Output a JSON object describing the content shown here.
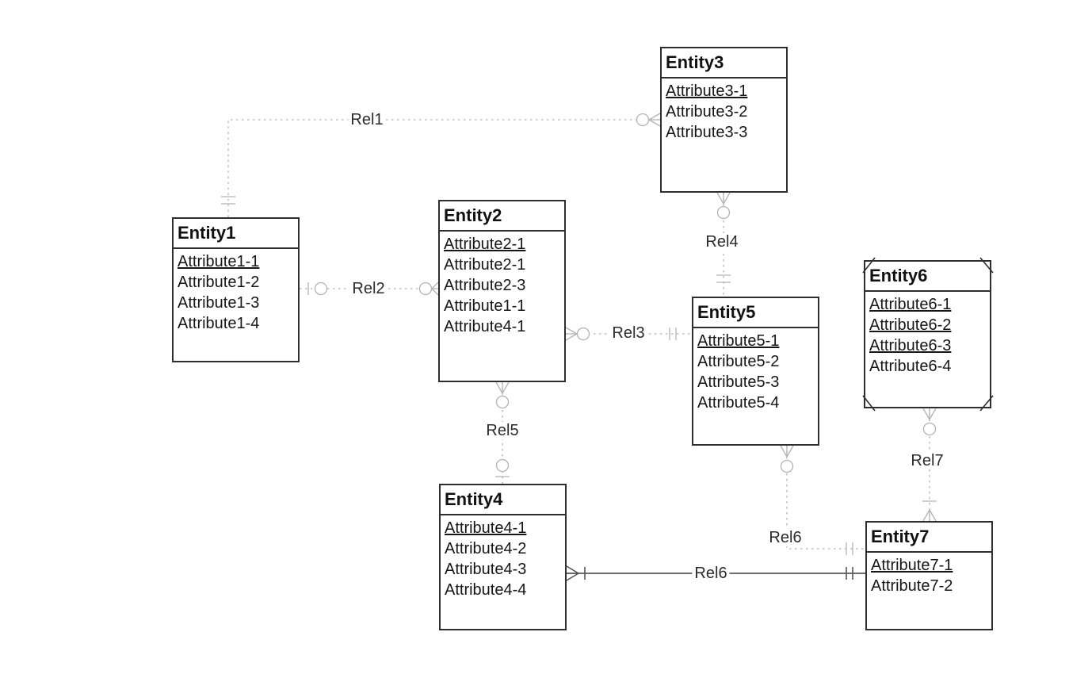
{
  "entities": [
    {
      "name": "Entity1",
      "attributes": [
        {
          "text": "Attribute1-1",
          "underline": true
        },
        {
          "text": "Attribute1-2",
          "underline": false
        },
        {
          "text": "Attribute1-3",
          "underline": false
        },
        {
          "text": "Attribute1-4",
          "underline": false
        }
      ]
    },
    {
      "name": "Entity2",
      "attributes": [
        {
          "text": "Attribute2-1",
          "underline": true
        },
        {
          "text": "Attribute2-1",
          "underline": false
        },
        {
          "text": "Attribute2-3",
          "underline": false
        },
        {
          "text": "Attribute1-1",
          "underline": false
        },
        {
          "text": "Attribute4-1",
          "underline": false
        }
      ]
    },
    {
      "name": "Entity3",
      "attributes": [
        {
          "text": "Attribute3-1",
          "underline": true
        },
        {
          "text": "Attribute3-2",
          "underline": false
        },
        {
          "text": "Attribute3-3",
          "underline": false
        }
      ]
    },
    {
      "name": "Entity4",
      "attributes": [
        {
          "text": "Attribute4-1",
          "underline": true
        },
        {
          "text": "Attribute4-2",
          "underline": false
        },
        {
          "text": "Attribute4-3",
          "underline": false
        },
        {
          "text": "Attribute4-4",
          "underline": false
        }
      ]
    },
    {
      "name": "Entity5",
      "attributes": [
        {
          "text": "Attribute5-1",
          "underline": true
        },
        {
          "text": "Attribute5-2",
          "underline": false
        },
        {
          "text": "Attribute5-3",
          "underline": false
        },
        {
          "text": "Attribute5-4",
          "underline": false
        }
      ]
    },
    {
      "name": "Entity6",
      "corner_marks": true,
      "attributes": [
        {
          "text": "Attribute6-1",
          "underline": true
        },
        {
          "text": "Attribute6-2",
          "underline": true
        },
        {
          "text": "Attribute6-3",
          "underline": true
        },
        {
          "text": "Attribute6-4",
          "underline": false
        }
      ]
    },
    {
      "name": "Entity7",
      "attributes": [
        {
          "text": "Attribute7-1",
          "underline": true
        },
        {
          "text": "Attribute7-2",
          "underline": false
        }
      ]
    }
  ],
  "relationships": [
    {
      "label": "Rel1",
      "line": "dashed",
      "from": "Entity1",
      "to": "Entity3",
      "from_cardinality": "exactly-one",
      "to_cardinality": "zero-or-many"
    },
    {
      "label": "Rel2",
      "line": "dashed",
      "from": "Entity1",
      "to": "Entity2",
      "from_cardinality": "zero-or-one",
      "to_cardinality": "zero-or-many"
    },
    {
      "label": "Rel3",
      "line": "dashed",
      "from": "Entity2",
      "to": "Entity5",
      "from_cardinality": "zero-or-many",
      "to_cardinality": "exactly-one"
    },
    {
      "label": "Rel4",
      "line": "dashed",
      "from": "Entity3",
      "to": "Entity5",
      "from_cardinality": "zero-or-many",
      "to_cardinality": "exactly-one"
    },
    {
      "label": "Rel5",
      "line": "dashed",
      "from": "Entity2",
      "to": "Entity4",
      "from_cardinality": "zero-or-many",
      "to_cardinality": "zero-or-one"
    },
    {
      "label": "Rel6",
      "line": "dashed",
      "from": "Entity5",
      "to": "Entity7",
      "from_cardinality": "zero-or-many",
      "to_cardinality": "exactly-one"
    },
    {
      "label": "Rel6",
      "line": "solid",
      "from": "Entity4",
      "to": "Entity7",
      "from_cardinality": "one-or-many",
      "to_cardinality": "exactly-one"
    },
    {
      "label": "Rel7",
      "line": "dashed",
      "from": "Entity6",
      "to": "Entity7",
      "from_cardinality": "zero-or-many",
      "to_cardinality": "one-or-many"
    }
  ],
  "colors": {
    "entity_border": "#2e2e2e",
    "dashed_line": "#b3b3b3",
    "solid_line": "#3c3c3c",
    "text": "#161616",
    "background": "#ffffff"
  }
}
